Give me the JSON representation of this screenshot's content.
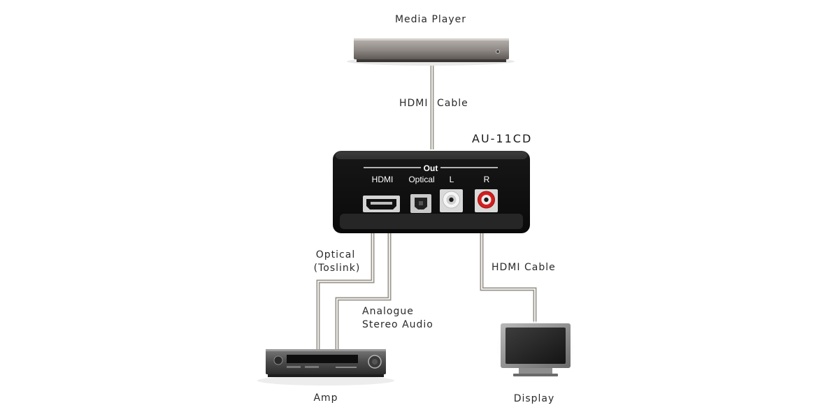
{
  "devices": {
    "media_player": {
      "label": "Media Player"
    },
    "converter": {
      "model": "AU-11CD",
      "panel_heading": "Out",
      "port_hdmi": "HDMI",
      "port_optical": "Optical",
      "port_left": "L",
      "port_right": "R"
    },
    "amp": {
      "label": "Amp"
    },
    "display": {
      "label": "Display"
    }
  },
  "cables": {
    "top": {
      "label_part1": "HDMI",
      "label_part2": "Cable"
    },
    "optical": {
      "line1": "Optical",
      "line2": "(Toslink)"
    },
    "analogue": {
      "line1": "Analogue",
      "line2": "Stereo Audio"
    },
    "hdmi_out": {
      "label": "HDMI Cable"
    }
  },
  "colors": {
    "cable_outer": "#9a968c",
    "cable_inner": "#ffffff",
    "device_dark": "#1b1b1b",
    "rca_left": "#e8e8e8",
    "rca_right": "#d21f1f"
  }
}
